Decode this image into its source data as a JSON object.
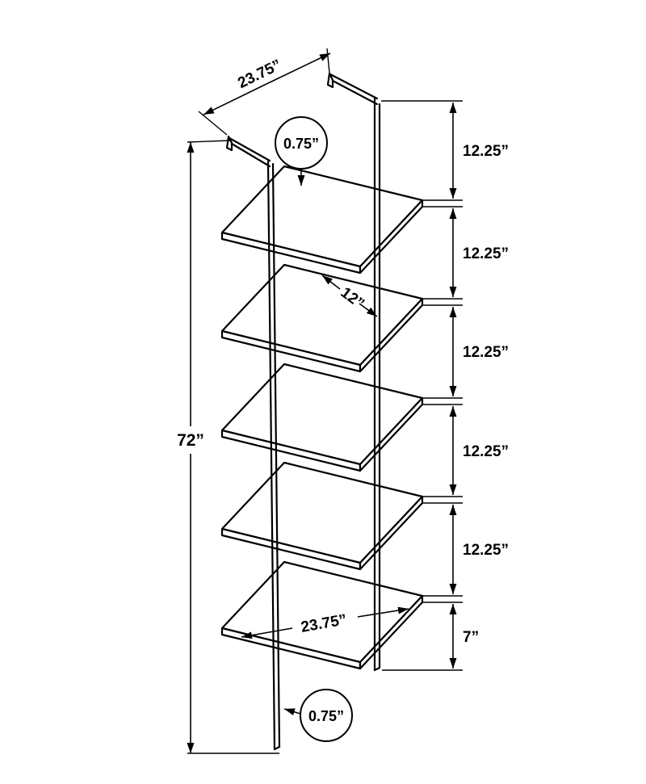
{
  "labels": {
    "top_width": "23.75”",
    "shelf_thickness": "0.75”",
    "rail_thickness": "0.75”",
    "total_height": "72”",
    "shelf_depth": "12”",
    "bottom_width": "23.75”",
    "shelf_spacings": [
      "12.25”",
      "12.25”",
      "12.25”",
      "12.25”",
      "12.25”"
    ],
    "bottom_gap": "7”"
  },
  "colors": {
    "line": "#000000",
    "background": "#ffffff"
  }
}
